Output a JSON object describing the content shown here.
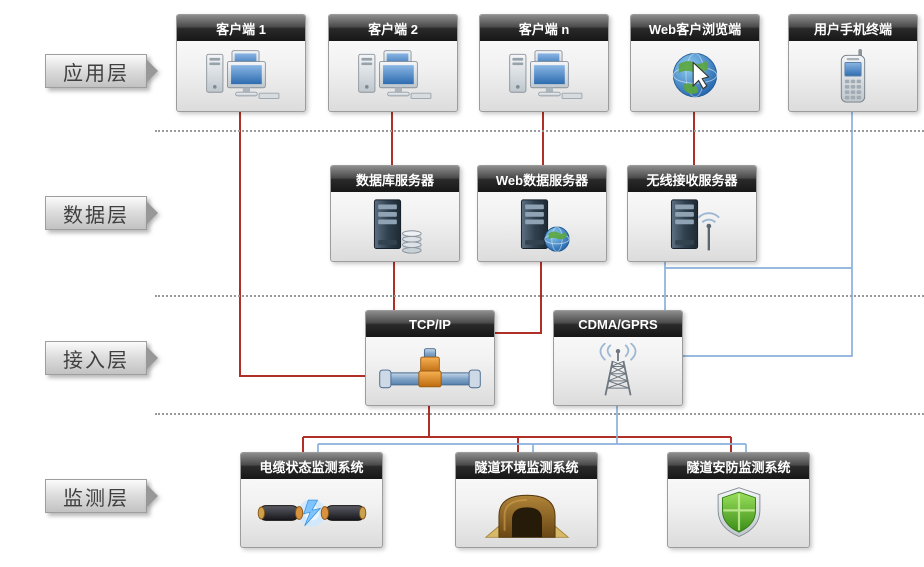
{
  "diagram": {
    "title": "",
    "layers": [
      {
        "label": "应用层",
        "nodes": [
          {
            "title": "客户端 1",
            "icon": "desktop-client-icon"
          },
          {
            "title": "客户端 2",
            "icon": "desktop-client-icon"
          },
          {
            "title": "客户端 n",
            "icon": "desktop-client-icon"
          },
          {
            "title": "Web客户浏览端",
            "icon": "web-globe-cursor-icon"
          },
          {
            "title": "用户手机终端",
            "icon": "mobile-phone-icon"
          }
        ]
      },
      {
        "label": "数据层",
        "nodes": [
          {
            "title": "数据库服务器",
            "icon": "database-server-icon"
          },
          {
            "title": "Web数据服务器",
            "icon": "web-server-globe-icon"
          },
          {
            "title": "无线接收服务器",
            "icon": "wireless-server-antenna-icon"
          }
        ]
      },
      {
        "label": "接入层",
        "nodes": [
          {
            "title": "TCP/IP",
            "icon": "t-pipe-connector-icon"
          },
          {
            "title": "CDMA/GPRS",
            "icon": "radio-antenna-tower-icon"
          }
        ]
      },
      {
        "label": "监测层",
        "nodes": [
          {
            "title": "电缆状态监测系统",
            "icon": "power-cable-spark-icon"
          },
          {
            "title": "隧道环境监测系统",
            "icon": "tunnel-icon"
          },
          {
            "title": "隧道安防监测系统",
            "icon": "security-shield-icon"
          }
        ]
      }
    ],
    "links": [
      {
        "from": "客户端 1",
        "to": "TCP/IP",
        "type": "wired"
      },
      {
        "from": "客户端 2",
        "to": "数据库服务器",
        "type": "wired"
      },
      {
        "from": "客户端 n",
        "to": "Web数据服务器",
        "type": "wired"
      },
      {
        "from": "Web客户浏览端",
        "to": "无线接收服务器",
        "type": "wired"
      },
      {
        "from": "数据库服务器",
        "to": "TCP/IP",
        "type": "wired"
      },
      {
        "from": "Web数据服务器",
        "to": "TCP/IP",
        "type": "wired"
      },
      {
        "from": "用户手机终端",
        "to": "无线接收服务器",
        "type": "wireless"
      },
      {
        "from": "用户手机终端",
        "to": "CDMA/GPRS",
        "type": "wireless"
      },
      {
        "from": "无线接收服务器",
        "to": "CDMA/GPRS",
        "type": "wireless"
      },
      {
        "from": "TCP/IP",
        "to": "电缆状态监测系统",
        "type": "wired"
      },
      {
        "from": "TCP/IP",
        "to": "隧道环境监测系统",
        "type": "wired"
      },
      {
        "from": "TCP/IP",
        "to": "隧道安防监测系统",
        "type": "wired"
      },
      {
        "from": "CDMA/GPRS",
        "to": "电缆状态监测系统",
        "type": "wireless"
      },
      {
        "from": "CDMA/GPRS",
        "to": "隧道环境监测系统",
        "type": "wireless"
      },
      {
        "from": "CDMA/GPRS",
        "to": "隧道安防监测系统",
        "type": "wireless"
      }
    ],
    "colors": {
      "wired_link": "#b03028",
      "wireless_link": "#8ab0dc",
      "node_header_bg": "#2a2a2a",
      "node_header_text": "#ffffff",
      "layer_tab_text": "#3f3f3f"
    }
  }
}
